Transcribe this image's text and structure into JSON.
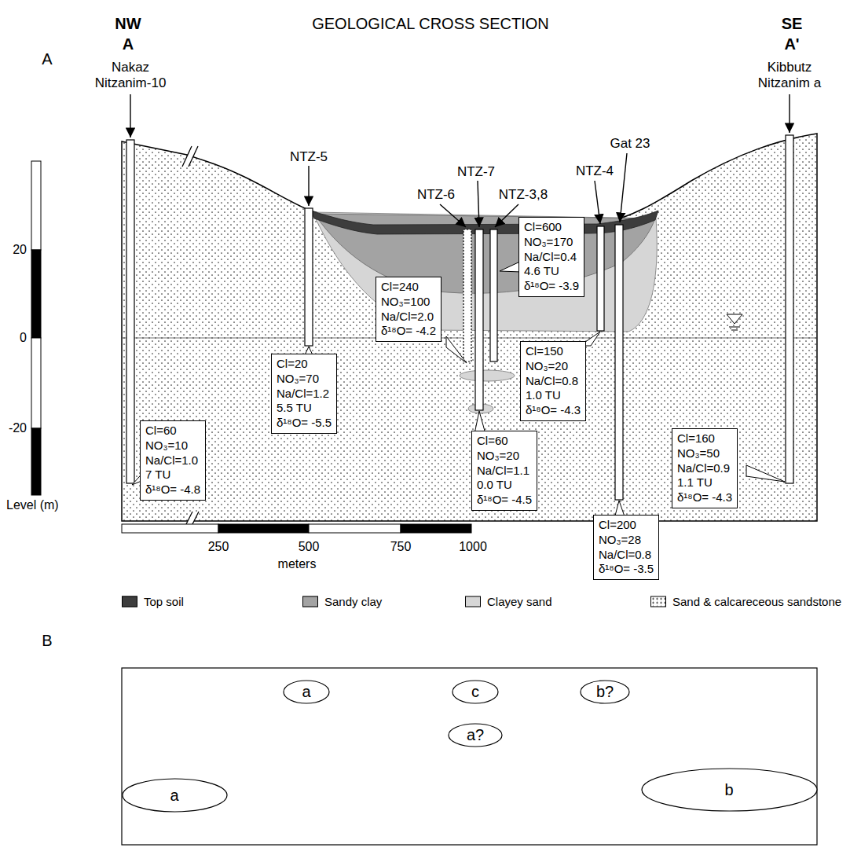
{
  "diagram": {
    "title": "GEOLOGICAL CROSS SECTION",
    "nodes": [
      {
        "text": [
          "Cl=60",
          "NO₃=10",
          "Na/Cl=1.0",
          "7 TU",
          "δ¹⁸O= -4.8"
        ]
      },
      {
        "text": [
          "Cl=20",
          "NO₃=70",
          "Na/Cl=1.2",
          "5.5 TU",
          "δ¹⁸O= -5.5"
        ]
      },
      {
        "text": [
          "Cl=240",
          "NO₃=100",
          "Na/Cl=2.0",
          "δ¹⁸O= -4.2"
        ]
      },
      {
        "text": [
          "Cl=600",
          "NO₃=170",
          "Na/Cl=0.4",
          "4.6 TU",
          "δ¹⁸O= -3.9"
        ]
      },
      {
        "text": [
          "Cl=60",
          "NO₃=20",
          "Na/Cl=1.1",
          "0.0 TU",
          "δ¹⁸O= -4.5"
        ]
      },
      {
        "text": [
          "Cl=150",
          "NO₃=20",
          "Na/Cl=0.8",
          "1.0 TU",
          "δ¹⁸O= -4.3"
        ]
      },
      {
        "text": [
          "Cl=200",
          "NO₃=28",
          "Na/Cl=0.8",
          "δ¹⁸O= -3.5"
        ]
      },
      {
        "text": [
          "Cl=160",
          "NO₃=50",
          "Na/Cl=0.9",
          "1.1 TU",
          "δ¹⁸O= -4.3"
        ]
      },
      {
        "text": [
          "a"
        ]
      },
      {
        "text": [
          "c"
        ]
      },
      {
        "text": [
          "b?"
        ]
      },
      {
        "text": [
          "a?"
        ]
      },
      {
        "text": [
          "a"
        ]
      },
      {
        "text": [
          "b"
        ]
      }
    ],
    "labels": [
      "NW",
      "A",
      "SE",
      "A'",
      "A",
      "Nakaz Nitzanim-10",
      "NTZ-5",
      "NTZ-7",
      "NTZ-6",
      "NTZ-3,8",
      "NTZ-4",
      "Gat 23",
      "Kibbutz Nitzanim a",
      "20",
      "0",
      "-20",
      "Level (m)",
      "250",
      "500",
      "750",
      "1000",
      "meters",
      "B"
    ],
    "legend": [
      {
        "text": "Top soil",
        "color": "#3d3d3d"
      },
      {
        "text": "Sandy clay",
        "color": "#a3a3a3"
      },
      {
        "text": "Clayey sand",
        "color": "#d6d6d6"
      },
      {
        "text": "Sand & calcareceous sandstone"
      }
    ]
  }
}
